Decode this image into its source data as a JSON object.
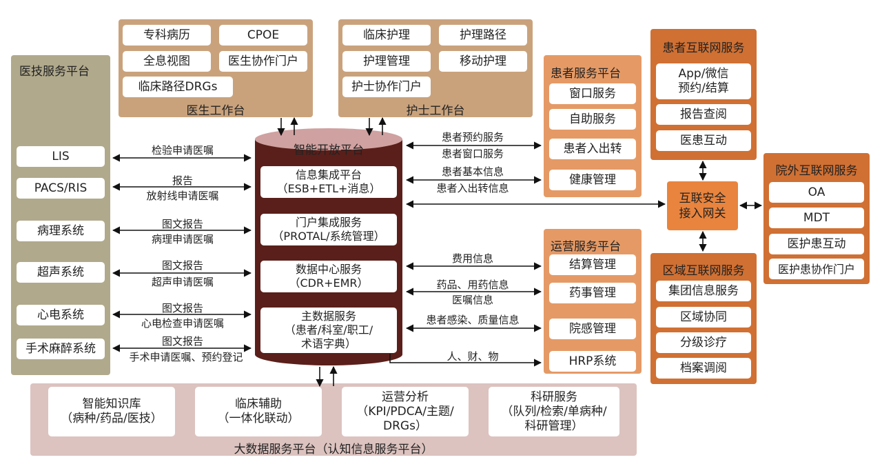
{
  "doctor_workstation": {
    "title": "医生工作台",
    "items": [
      "专科病历",
      "CPOE",
      "全息视图",
      "医生协作门户",
      "临床路径DRGs"
    ]
  },
  "nurse_workstation": {
    "title": "护士工作台",
    "items": [
      "临床护理",
      "护理路径",
      "护理管理",
      "移动护理",
      "护士协作门户"
    ]
  },
  "medtech_platform": {
    "title": "医技服务平台",
    "items": [
      "LIS",
      "PACS/RIS",
      "病理系统",
      "超声系统",
      "心电系统",
      "手术麻醉系统"
    ]
  },
  "medtech_links": [
    {
      "line1": "检验申请医嘱",
      "line2": ""
    },
    {
      "line1": "报告",
      "line2": "放射线申请医嘱"
    },
    {
      "line1": "图文报告",
      "line2": "病理申请医嘱"
    },
    {
      "line1": "图文报告",
      "line2": "超声申请医嘱"
    },
    {
      "line1": "图文报告",
      "line2": "心电检查申请医嘱"
    },
    {
      "line1": "图文报告",
      "line2": "手术申请医嘱、预约登记"
    }
  ],
  "open_platform": {
    "title": "智能开放平台",
    "items": [
      {
        "line1": "信息集成平台",
        "line2": "（ESB+ETL+消息）",
        "line3": ""
      },
      {
        "line1": "门户集成服务",
        "line2": "（PROTAL/系统管理）",
        "line3": ""
      },
      {
        "line1": "数据中心服务",
        "line2": "（CDR+EMR）",
        "line3": ""
      },
      {
        "line1": "主数据服务",
        "line2": "（患者/科室/职工/",
        "line3": "术语字典）"
      }
    ]
  },
  "patient_platform": {
    "title": "患者服务平台",
    "items": [
      "窗口服务",
      "自助服务",
      "患者入出转",
      "健康管理"
    ]
  },
  "patient_links": [
    {
      "line1": "患者预约服务",
      "line2": "患者窗口服务"
    },
    {
      "line1": "患者基本信息",
      "line2": "患者入出转信息"
    }
  ],
  "operations_platform": {
    "title": "运营服务平台",
    "items": [
      "结算管理",
      "药事管理",
      "院感管理",
      "HRP系统"
    ]
  },
  "operations_links": [
    {
      "line1": "费用信息",
      "line2": ""
    },
    {
      "line1": "药品、用药信息",
      "line2": "医嘱信息"
    },
    {
      "line1": "患者感染、质量信息",
      "line2": ""
    },
    {
      "line1": "人、财、物",
      "line2": ""
    }
  ],
  "patient_internet": {
    "title": "患者互联网服务",
    "items": [
      {
        "line1": "App/微信",
        "line2": "预约/结算"
      },
      {
        "line1": "报告查阅",
        "line2": ""
      },
      {
        "line1": "医患互动",
        "line2": ""
      }
    ]
  },
  "security_gateway": {
    "line1": "互联安全",
    "line2": "接入网关"
  },
  "regional_internet": {
    "title": "区域互联网服务",
    "items": [
      "集团信息服务",
      "区域协同",
      "分级诊疗",
      "档案调阅"
    ]
  },
  "external_internet": {
    "title": "院外互联网服务",
    "items": [
      "OA",
      "MDT",
      "医护患互动",
      "医护患协作门户"
    ]
  },
  "bigdata_platform": {
    "title": "大数据服务平台（认知信息服务平台）",
    "items": [
      {
        "line1": "智能知识库",
        "line2": "（病种/药品/医技）",
        "line3": ""
      },
      {
        "line1": "临床辅助",
        "line2": "（一体化联动）",
        "line3": ""
      },
      {
        "line1": "运营分析",
        "line2": "（KPI/PDCA/主题/",
        "line3": "DRGs）"
      },
      {
        "line1": "科研服务",
        "line2": "（队列/检索/单病种/",
        "line3": "科研管理）"
      }
    ]
  },
  "colors": {
    "tan": "#c9a27c",
    "olive": "#b0a98c",
    "orange": "#e8843e",
    "dark_red": "#5a1f1a",
    "pink": "#dcc3bf"
  }
}
